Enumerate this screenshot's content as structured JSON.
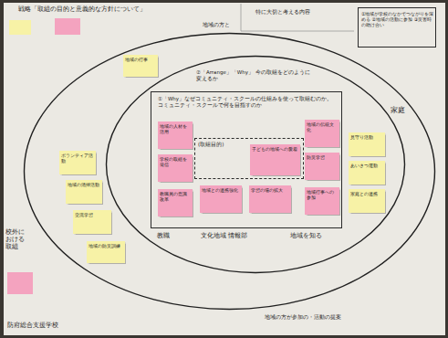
{
  "diagram": {
    "title": "戦略「取組の目的と意義的な方針について」",
    "nodes": [
      {
        "text": [
          "①地域が学校のなかでつながりを深める ②地域の活動に参加 ③災害時の助け合い"
        ]
      },
      {
        "text": [
          "家庭"
        ]
      },
      {
        "text": [
          "②「Arrange」「Why」 今の取組をどのように変えるか"
        ],
        "in": 1
      },
      {
        "text": [
          "①「Why」なぜコミュニティ・スクールの仕組みを使って取組むのか。 コミュニティ・スクールで何を目指すのか"
        ],
        "in": 2
      },
      {
        "text": [
          "(取組目的)"
        ],
        "in": 3
      },
      {
        "text": [
          "子どもの地域への愛着"
        ],
        "in": 4
      },
      {
        "text": [
          "地域の人材を活用"
        ],
        "in": 3
      },
      {
        "text": [
          "学校の取組を発信"
        ],
        "in": 3
      },
      {
        "text": [
          "教職員の意識改革"
        ],
        "in": 3
      },
      {
        "text": [
          "地域との連携強化"
        ],
        "in": 3
      },
      {
        "text": [
          "学習の場の拡大"
        ],
        "in": 3
      },
      {
        "text": [
          "地域の伝統文化"
        ],
        "in": 3
      },
      {
        "text": [
          "防災学習"
        ],
        "in": 3
      },
      {
        "text": [
          "地域行事への参加"
        ],
        "in": 3
      },
      {
        "text": [
          "見守り活動"
        ],
        "in": 2
      },
      {
        "text": [
          "あいさつ運動"
        ],
        "in": 2
      },
      {
        "text": [
          "家庭との連携"
        ],
        "in": 2
      },
      {
        "text": [
          "ボランティア活動"
        ],
        "in": 1
      },
      {
        "text": [
          "地域の清掃活動"
        ],
        "in": 1
      },
      {
        "text": [
          "交流学習"
        ],
        "in": 1
      },
      {
        "text": [
          "地域の防災訓練"
        ],
        "in": 1
      },
      {
        "text": [
          "地域の行事"
        ],
        "in": 1
      }
    ],
    "labels": [
      "特に大切と考える内容",
      "地域の方と",
      "教職",
      "文化地域 情報部",
      "地域を知る",
      "校外における取組",
      "地域の方が参加の・活動の提案",
      "防府総合支援学校"
    ]
  }
}
